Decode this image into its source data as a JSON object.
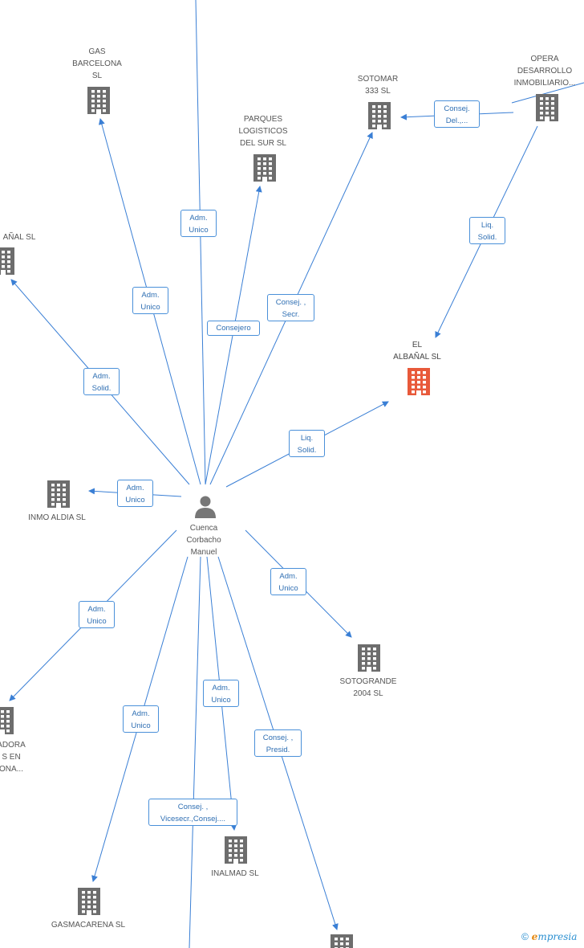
{
  "center": {
    "name": "Cuenca Corbacho Manuel",
    "lines": [
      "Cuenca",
      "Corbacho",
      "Manuel"
    ]
  },
  "highlight": {
    "lines": [
      "EL",
      "ALBAÑAL SL"
    ],
    "color": "#e8593a"
  },
  "colors": {
    "edge": "#3a7fd5",
    "building": "#6d6d6d",
    "highlight": "#e8593a"
  },
  "nodes": [
    {
      "id": "gas-barcelona",
      "lines": [
        "GAS",
        "BARCELONA",
        "SL"
      ]
    },
    {
      "id": "parques-logisticos",
      "lines": [
        "PARQUES",
        "LOGISTICOS",
        "DEL SUR SL"
      ]
    },
    {
      "id": "sotomar",
      "lines": [
        "SOTOMAR",
        "333 SL"
      ]
    },
    {
      "id": "opera",
      "lines": [
        "OPERA",
        "DESARROLLO",
        "INMOBILIARIO..."
      ]
    },
    {
      "id": "anal-sl",
      "lines": [
        "AÑAL SL"
      ]
    },
    {
      "id": "inmo-aldia",
      "lines": [
        "INMO ALDIA SL"
      ]
    },
    {
      "id": "sotogrande",
      "lines": [
        "SOTOGRANDE",
        "2004 SL"
      ]
    },
    {
      "id": "adora",
      "lines": [
        "ADORA",
        "S EN",
        "ONA..."
      ]
    },
    {
      "id": "inalmad",
      "lines": [
        "INALMAD  SL"
      ]
    },
    {
      "id": "gasmacarena",
      "lines": [
        "GASMACARENA SL"
      ]
    },
    {
      "id": "bottom-node",
      "lines": []
    }
  ],
  "relations": [
    {
      "id": "rel-adm-unico-top",
      "lines": [
        "Adm.",
        "Unico"
      ]
    },
    {
      "id": "rel-adm-unico-gas",
      "lines": [
        "Adm.",
        "Unico"
      ]
    },
    {
      "id": "rel-consejero",
      "lines": [
        "Consejero"
      ]
    },
    {
      "id": "rel-consej-secr",
      "lines": [
        "Consej. ,",
        "Secr."
      ]
    },
    {
      "id": "rel-consej-del",
      "lines": [
        "Consej.",
        "Del.,..."
      ]
    },
    {
      "id": "rel-liq-solid-opera",
      "lines": [
        "Liq.",
        "Solid."
      ]
    },
    {
      "id": "rel-adm-solid",
      "lines": [
        "Adm.",
        "Solid."
      ]
    },
    {
      "id": "rel-liq-solid-center",
      "lines": [
        "Liq.",
        "Solid."
      ]
    },
    {
      "id": "rel-adm-unico-inmo",
      "lines": [
        "Adm.",
        "Unico"
      ]
    },
    {
      "id": "rel-adm-unico-soto",
      "lines": [
        "Adm.",
        "Unico"
      ]
    },
    {
      "id": "rel-adm-unico-adora",
      "lines": [
        "Adm.",
        "Unico"
      ]
    },
    {
      "id": "rel-adm-unico-gasma",
      "lines": [
        "Adm.",
        "Unico"
      ]
    },
    {
      "id": "rel-adm-unico-inalmad",
      "lines": [
        "Adm.",
        "Unico"
      ]
    },
    {
      "id": "rel-consej-presid",
      "lines": [
        "Consej. ,",
        "Presid."
      ]
    },
    {
      "id": "rel-consej-vicesecr",
      "lines": [
        "Consej. ,",
        "Vicesecr.,Consej...."
      ]
    }
  ],
  "brand": {
    "symbol": "©",
    "first": "e",
    "rest": "mpresia"
  }
}
